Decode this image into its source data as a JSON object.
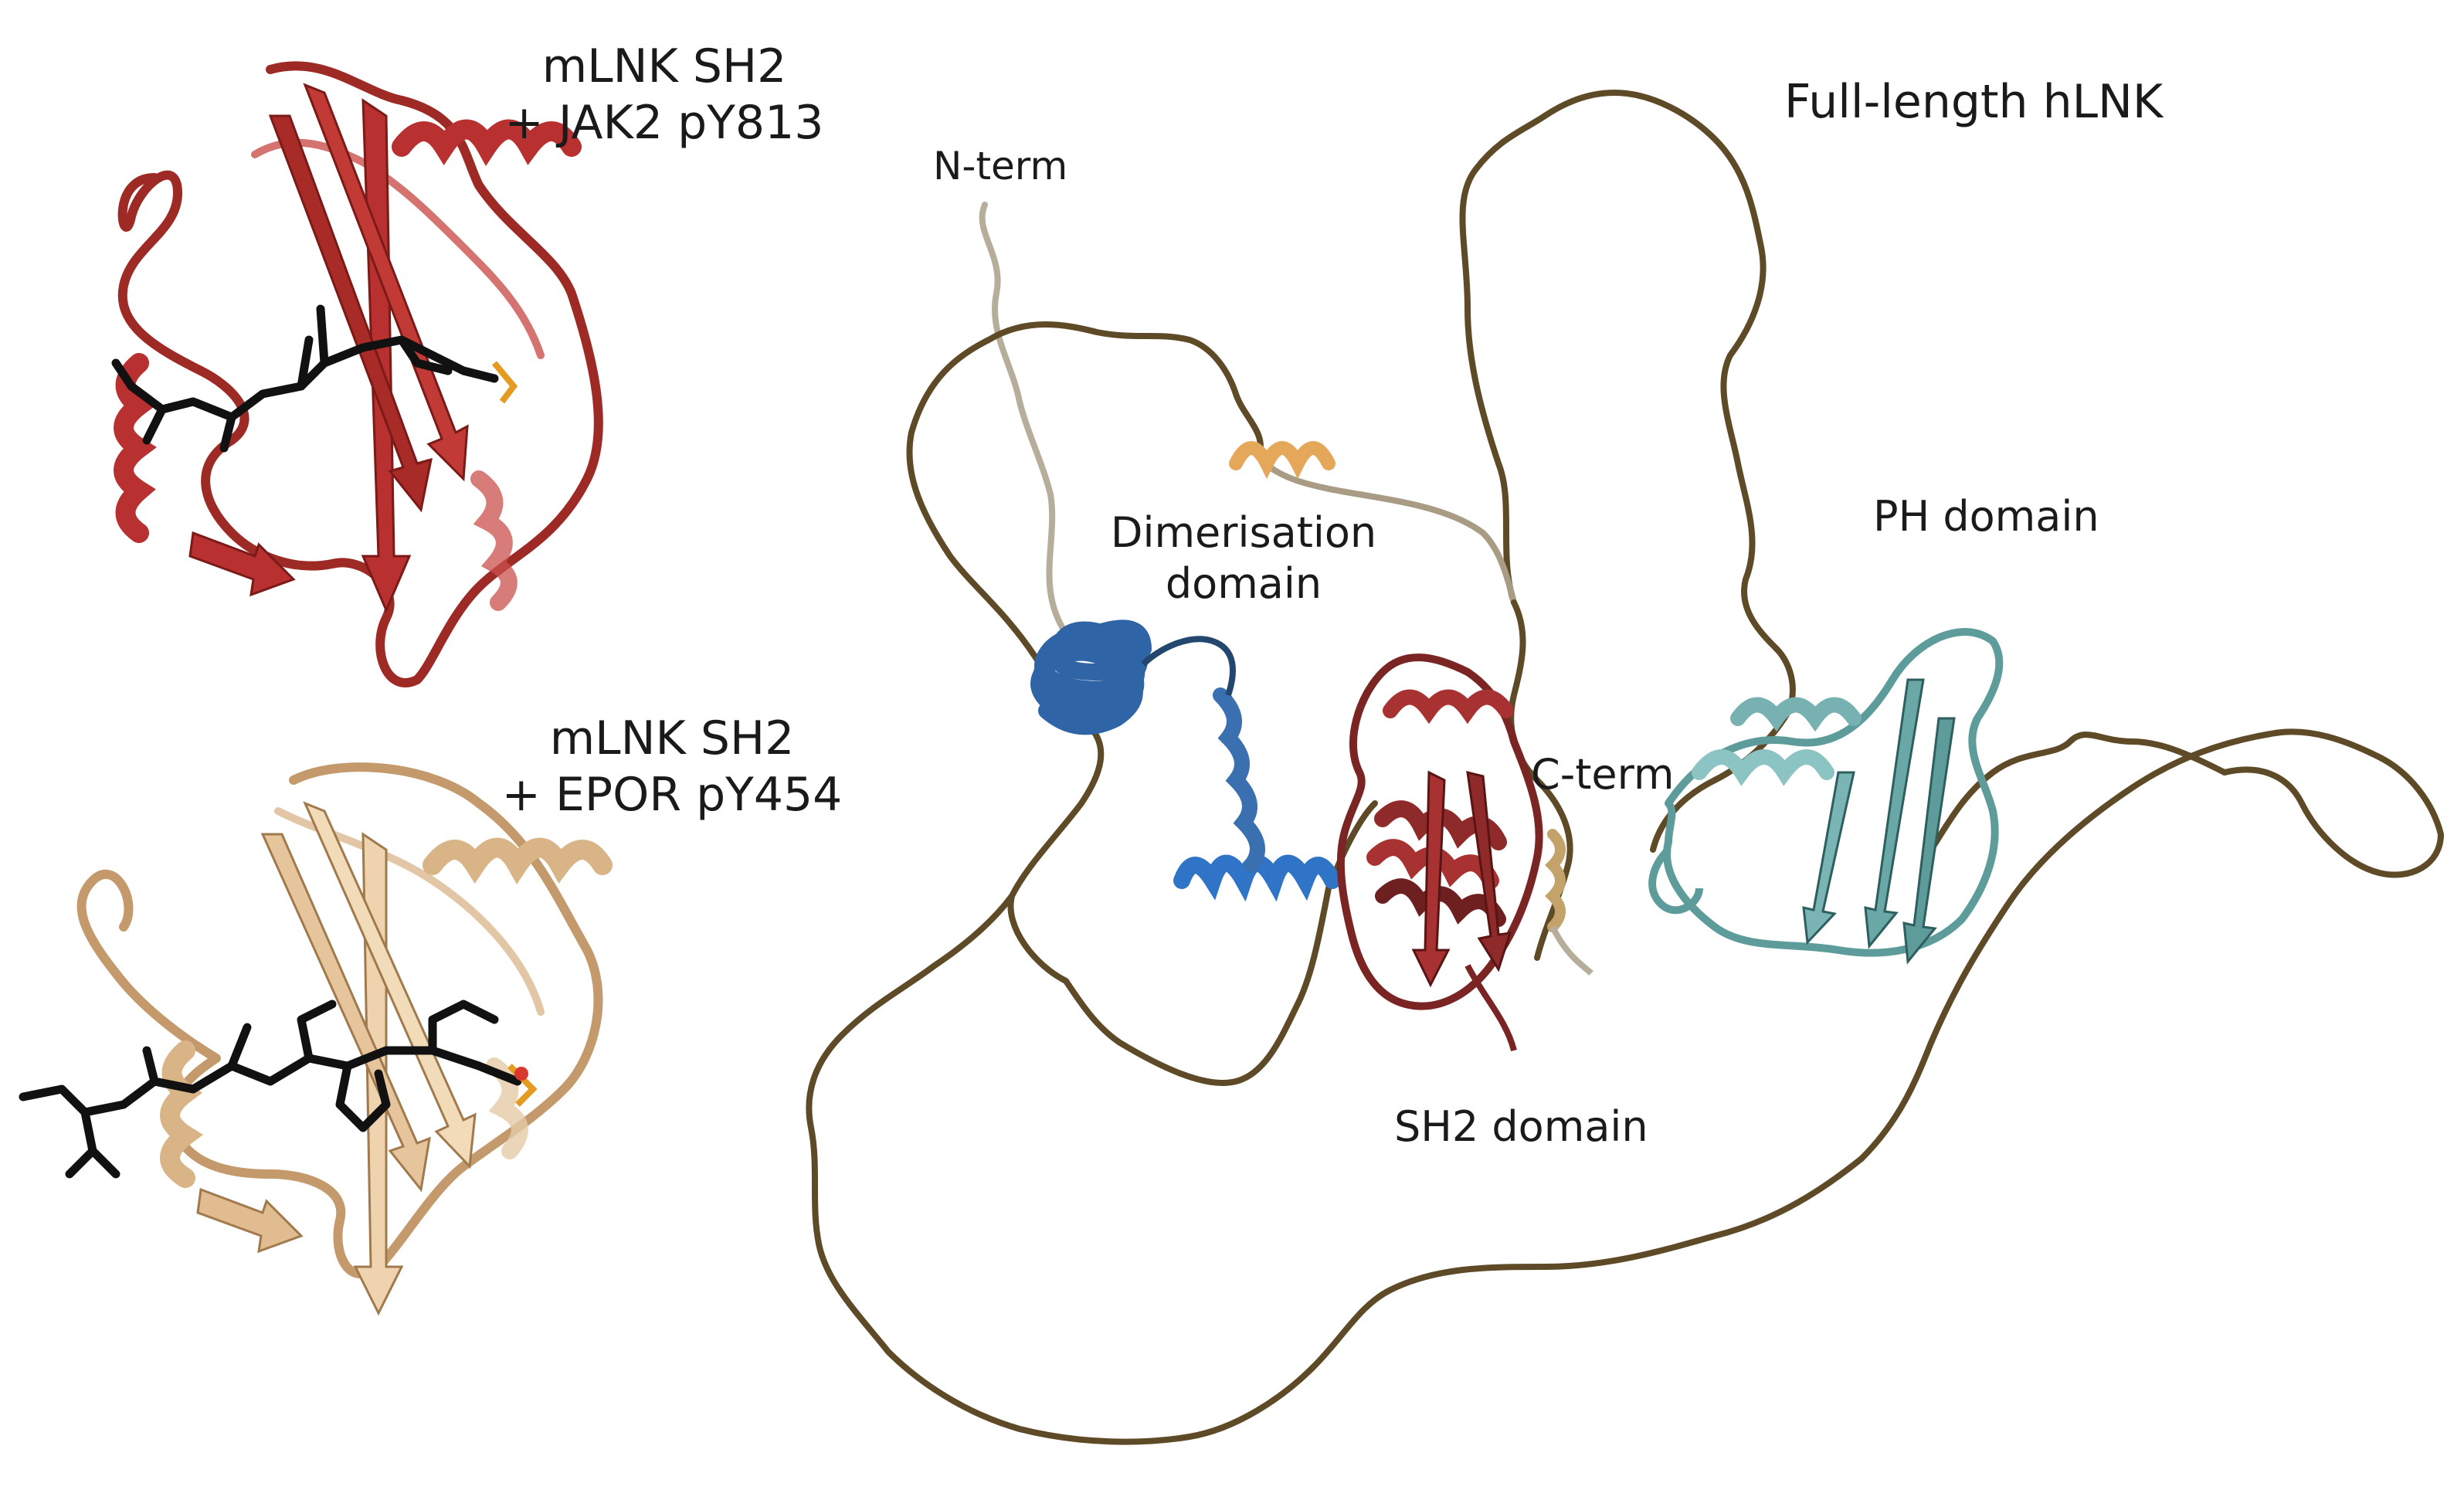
{
  "panels": {
    "jak2": {
      "title_line1": "mLNK SH2",
      "title_line2": "+ JAK2 pY813",
      "ribbon_color": "#b8302f"
    },
    "epor": {
      "title_line1": "mLNK SH2",
      "title_line2": "+ EPOR pY454",
      "ribbon_color": "#e6c49c"
    },
    "full_length": {
      "title": "Full-length hLNK",
      "labels": {
        "n_term": "N-term",
        "c_term": "C-term",
        "dimerisation_line1": "Dimerisation",
        "dimerisation_line2": "domain",
        "ph_domain": "PH domain",
        "sh2_domain": "SH2 domain"
      },
      "colors": {
        "loop": "#5e4a27",
        "n_term_fade": "#b7ad9b",
        "dimerisation": "#2f64a6",
        "dimerisation_helix_top": "#e5a85a",
        "sh2": "#7a2424",
        "ph": "#5e9b9b"
      }
    },
    "ligand_color": "#111111"
  }
}
